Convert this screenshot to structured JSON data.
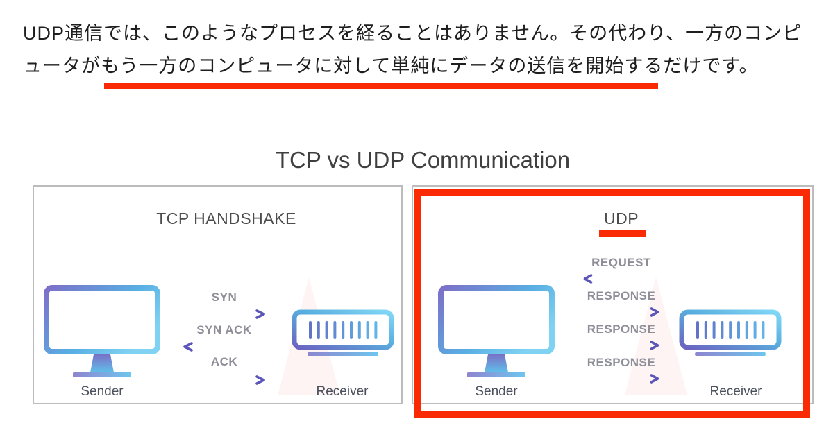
{
  "article": {
    "paragraph_line1": "UDP通信では、このようなプロセスを経ることはありません。その代わり、一方のコンピ",
    "paragraph_line2": "ュータがもう一方のコンピュータに対して単純にデータの送信を開始するだけです。"
  },
  "diagram": {
    "title": "TCP vs UDP Communication",
    "tcp_panel": {
      "title": "TCP HANDSHAKE",
      "sender_label": "Sender",
      "receiver_label": "Receiver",
      "messages": [
        {
          "label": "SYN",
          "direction": "right"
        },
        {
          "label": "SYN ACK",
          "direction": "left"
        },
        {
          "label": "ACK",
          "direction": "right"
        }
      ]
    },
    "udp_panel": {
      "title": "UDP",
      "sender_label": "Sender",
      "receiver_label": "Receiver",
      "messages": [
        {
          "label": "REQUEST",
          "direction": "left"
        },
        {
          "label": "RESPONSE",
          "direction": "right"
        },
        {
          "label": "RESPONSE",
          "direction": "right"
        },
        {
          "label": "RESPONSE",
          "direction": "right"
        }
      ]
    }
  },
  "colors": {
    "annotation_red": "#fa2a04",
    "gradient_purple": "#6e63c2",
    "gradient_blue": "#82d3f4",
    "message_label_gray": "#8e8e98",
    "text_dark": "#1e1e1e",
    "panel_border_gray": "#bcbcbc"
  }
}
